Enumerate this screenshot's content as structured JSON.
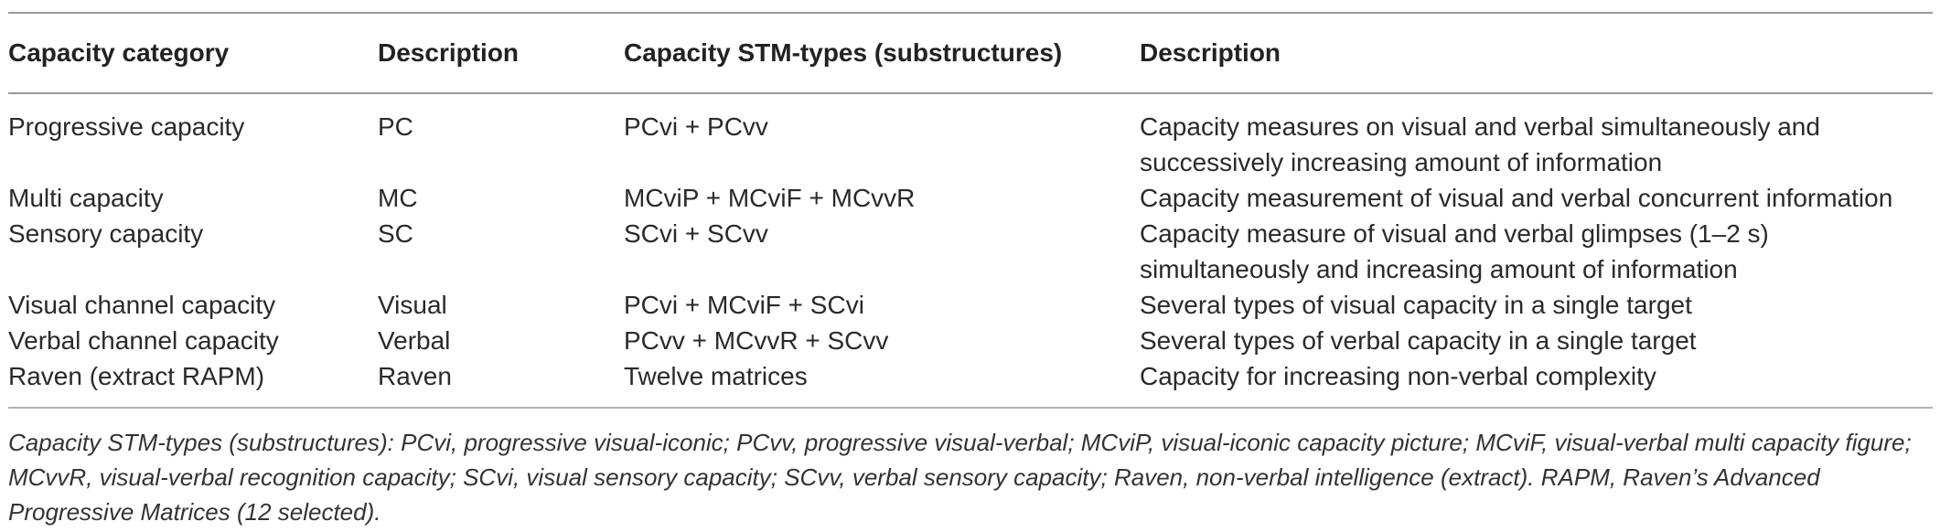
{
  "table": {
    "headers": [
      "Capacity category",
      "Description",
      "Capacity STM-types (substructures)",
      "Description"
    ],
    "rows": [
      {
        "category": "Progressive capacity",
        "description": "PC",
        "stm_types": "PCvi + PCvv",
        "details": "Capacity measures on visual and verbal simultaneously and successively increasing amount of information"
      },
      {
        "category": "Multi capacity",
        "description": "MC",
        "stm_types": "MCviP + MCviF + MCvvR",
        "details": "Capacity measurement of visual and verbal concurrent information"
      },
      {
        "category": "Sensory capacity",
        "description": "SC",
        "stm_types": "SCvi + SCvv",
        "details": "Capacity measure of visual and verbal glimpses (1–2 s) simultaneously and increasing amount of information"
      },
      {
        "category": "Visual channel capacity",
        "description": "Visual",
        "stm_types": "PCvi + MCviF + SCvi",
        "details": "Several types of visual capacity in a single target"
      },
      {
        "category": "Verbal channel capacity",
        "description": "Verbal",
        "stm_types": "PCvv + MCvvR + SCvv",
        "details": "Several types of verbal capacity in a single target"
      },
      {
        "category": "Raven (extract RAPM)",
        "description": "Raven",
        "stm_types": "Twelve matrices",
        "details": "Capacity for increasing non-verbal complexity"
      }
    ]
  },
  "footnote": "Capacity STM-types (substructures): PCvi, progressive visual-iconic; PCvv, progressive visual-verbal; MCviP, visual-iconic capacity picture; MCviF, visual-verbal multi capacity figure; MCvvR, visual-verbal recognition capacity; SCvi, visual sensory capacity; SCvv, verbal sensory capacity; Raven, non-verbal intelligence (extract). RAPM, Raven’s Advanced Progressive Matrices (12 selected)."
}
